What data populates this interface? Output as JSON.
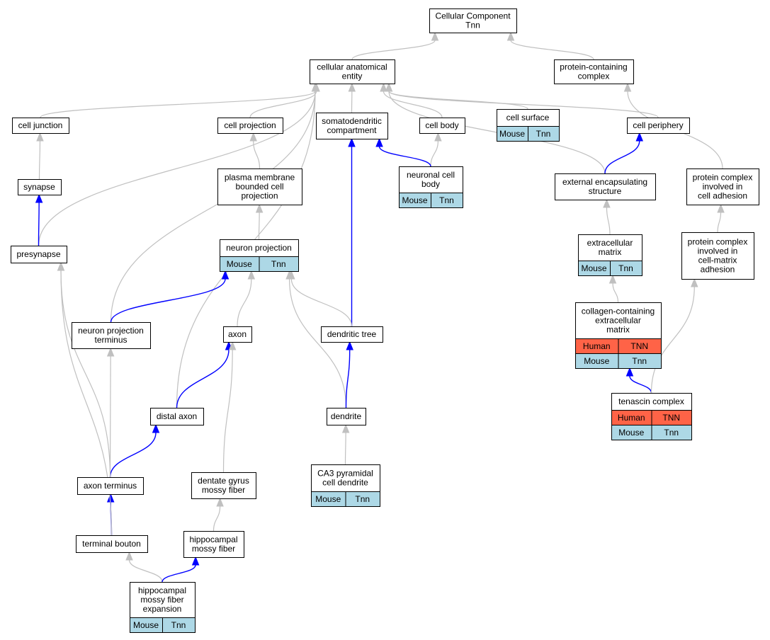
{
  "nodes": {
    "cellular_component": {
      "lines": [
        "Cellular Component",
        "Tnn"
      ]
    },
    "cellular_anatomical_entity": {
      "lines": [
        "cellular anatomical",
        "entity"
      ]
    },
    "protein_containing_complex": {
      "lines": [
        "protein-containing",
        "complex"
      ]
    },
    "cell_junction": {
      "lines": [
        "cell junction"
      ]
    },
    "cell_projection": {
      "lines": [
        "cell projection"
      ]
    },
    "somatodendritic_compartment": {
      "lines": [
        "somatodendritic",
        "compartment"
      ]
    },
    "cell_body": {
      "lines": [
        "cell body"
      ]
    },
    "cell_surface": {
      "lines": [
        "cell surface"
      ],
      "cells": [
        [
          "Mouse",
          "Tnn"
        ]
      ]
    },
    "cell_periphery": {
      "lines": [
        "cell periphery"
      ]
    },
    "synapse": {
      "lines": [
        "synapse"
      ]
    },
    "plasma_membrane_bounded_cell_projection": {
      "lines": [
        "plasma membrane",
        "bounded cell",
        "projection"
      ]
    },
    "neuronal_cell_body": {
      "lines": [
        "neuronal cell",
        "body"
      ],
      "cells": [
        [
          "Mouse",
          "Tnn"
        ]
      ]
    },
    "external_encapsulating_structure": {
      "lines": [
        "external encapsulating",
        "structure"
      ]
    },
    "protein_complex_cell_adhesion": {
      "lines": [
        "protein complex",
        "involved in",
        "cell adhesion"
      ]
    },
    "presynapse": {
      "lines": [
        "presynapse"
      ]
    },
    "neuron_projection": {
      "lines": [
        "neuron projection"
      ],
      "cells": [
        [
          "Mouse",
          "Tnn"
        ]
      ]
    },
    "extracellular_matrix": {
      "lines": [
        "extracellular",
        "matrix"
      ],
      "cells": [
        [
          "Mouse",
          "Tnn"
        ]
      ]
    },
    "protein_complex_cell_matrix_adhesion": {
      "lines": [
        "protein complex",
        "involved in",
        "cell-matrix",
        "adhesion"
      ]
    },
    "collagen_containing_ecm": {
      "lines": [
        "collagen-containing",
        "extracellular",
        "matrix"
      ],
      "cells": [
        [
          "Human",
          "TNN"
        ],
        [
          "Mouse",
          "Tnn"
        ]
      ]
    },
    "neuron_projection_terminus": {
      "lines": [
        "neuron projection",
        "terminus"
      ]
    },
    "axon": {
      "lines": [
        "axon"
      ]
    },
    "dendritic_tree": {
      "lines": [
        "dendritic tree"
      ]
    },
    "tenascin_complex": {
      "lines": [
        "tenascin complex"
      ],
      "cells": [
        [
          "Human",
          "TNN"
        ],
        [
          "Mouse",
          "Tnn"
        ]
      ]
    },
    "distal_axon": {
      "lines": [
        "distal axon"
      ]
    },
    "dendrite": {
      "lines": [
        "dendrite"
      ]
    },
    "ca3_pyramidal_cell_dendrite": {
      "lines": [
        "CA3 pyramidal",
        "cell dendrite"
      ],
      "cells": [
        [
          "Mouse",
          "Tnn"
        ]
      ]
    },
    "dentate_gyrus_mossy_fiber": {
      "lines": [
        "dentate gyrus",
        "mossy fiber"
      ]
    },
    "axon_terminus": {
      "lines": [
        "axon terminus"
      ]
    },
    "hippocampal_mossy_fiber": {
      "lines": [
        "hippocampal",
        "mossy fiber"
      ]
    },
    "terminal_bouton": {
      "lines": [
        "terminal bouton"
      ]
    },
    "hippocampal_mossy_fiber_expansion": {
      "lines": [
        "hippocampal",
        "mossy fiber",
        "expansion"
      ],
      "cells": [
        [
          "Mouse",
          "Tnn"
        ]
      ]
    }
  },
  "edges": [
    {
      "from": "cellular_anatomical_entity",
      "to": "cellular_component",
      "kind": "is_a"
    },
    {
      "from": "protein_containing_complex",
      "to": "cellular_component",
      "kind": "is_a"
    },
    {
      "from": "cell_junction",
      "to": "cellular_anatomical_entity",
      "kind": "is_a"
    },
    {
      "from": "cell_projection",
      "to": "cellular_anatomical_entity",
      "kind": "is_a"
    },
    {
      "from": "somatodendritic_compartment",
      "to": "cellular_anatomical_entity",
      "kind": "is_a"
    },
    {
      "from": "cell_body",
      "to": "cellular_anatomical_entity",
      "kind": "is_a"
    },
    {
      "from": "cell_surface",
      "to": "cellular_anatomical_entity",
      "kind": "is_a"
    },
    {
      "from": "cell_periphery",
      "to": "cellular_anatomical_entity",
      "kind": "is_a"
    },
    {
      "from": "presynapse",
      "to": "cellular_anatomical_entity",
      "kind": "is_a"
    },
    {
      "from": "neuron_projection_terminus",
      "to": "cellular_anatomical_entity",
      "kind": "is_a"
    },
    {
      "from": "distal_axon",
      "to": "cellular_anatomical_entity",
      "kind": "is_a"
    },
    {
      "from": "external_encapsulating_structure",
      "to": "cellular_anatomical_entity",
      "kind": "is_a"
    },
    {
      "from": "synapse",
      "to": "cell_junction",
      "kind": "is_a"
    },
    {
      "from": "presynapse",
      "to": "synapse",
      "kind": "part_of"
    },
    {
      "from": "plasma_membrane_bounded_cell_projection",
      "to": "cell_projection",
      "kind": "is_a"
    },
    {
      "from": "neuron_projection",
      "to": "plasma_membrane_bounded_cell_projection",
      "kind": "is_a"
    },
    {
      "from": "neuronal_cell_body",
      "to": "cell_body",
      "kind": "is_a"
    },
    {
      "from": "neuronal_cell_body",
      "to": "somatodendritic_compartment",
      "kind": "part_of"
    },
    {
      "from": "dendritic_tree",
      "to": "somatodendritic_compartment",
      "kind": "part_of"
    },
    {
      "from": "external_encapsulating_structure",
      "to": "cell_periphery",
      "kind": "part_of"
    },
    {
      "from": "protein_complex_cell_adhesion",
      "to": "protein_containing_complex",
      "kind": "is_a"
    },
    {
      "from": "extracellular_matrix",
      "to": "external_encapsulating_structure",
      "kind": "is_a"
    },
    {
      "from": "protein_complex_cell_matrix_adhesion",
      "to": "protein_complex_cell_adhesion",
      "kind": "is_a"
    },
    {
      "from": "collagen_containing_ecm",
      "to": "extracellular_matrix",
      "kind": "is_a"
    },
    {
      "from": "tenascin_complex",
      "to": "collagen_containing_ecm",
      "kind": "part_of"
    },
    {
      "from": "tenascin_complex",
      "to": "protein_complex_cell_matrix_adhesion",
      "kind": "is_a"
    },
    {
      "from": "neuron_projection_terminus",
      "to": "neuron_projection",
      "kind": "part_of"
    },
    {
      "from": "axon",
      "to": "neuron_projection",
      "kind": "is_a"
    },
    {
      "from": "dendritic_tree",
      "to": "neuron_projection",
      "kind": "is_a"
    },
    {
      "from": "dendrite",
      "to": "neuron_projection",
      "kind": "is_a"
    },
    {
      "from": "distal_axon",
      "to": "axon",
      "kind": "part_of"
    },
    {
      "from": "dentate_gyrus_mossy_fiber",
      "to": "axon",
      "kind": "is_a"
    },
    {
      "from": "dendrite",
      "to": "dendritic_tree",
      "kind": "part_of"
    },
    {
      "from": "ca3_pyramidal_cell_dendrite",
      "to": "dendrite",
      "kind": "is_a"
    },
    {
      "from": "axon_terminus",
      "to": "distal_axon",
      "kind": "part_of"
    },
    {
      "from": "axon_terminus",
      "to": "neuron_projection_terminus",
      "kind": "is_a"
    },
    {
      "from": "axon_terminus",
      "to": "presynapse",
      "kind": "is_a"
    },
    {
      "from": "hippocampal_mossy_fiber",
      "to": "dentate_gyrus_mossy_fiber",
      "kind": "is_a"
    },
    {
      "from": "terminal_bouton",
      "to": "axon_terminus",
      "kind": "part_of"
    },
    {
      "from": "terminal_bouton",
      "to": "presynapse",
      "kind": "is_a"
    },
    {
      "from": "hippocampal_mossy_fiber_expansion",
      "to": "terminal_bouton",
      "kind": "is_a"
    },
    {
      "from": "hippocampal_mossy_fiber_expansion",
      "to": "hippocampal_mossy_fiber",
      "kind": "part_of"
    }
  ],
  "colors": {
    "is_a_edge": "#c0c0c0",
    "part_of_edge": "#0000ff",
    "human_cell": "#ff6347",
    "mouse_cell": "#add8e6"
  }
}
